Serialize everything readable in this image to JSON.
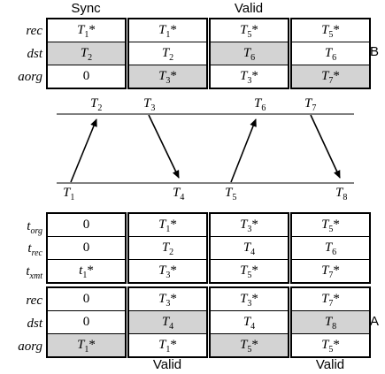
{
  "headers": {
    "top": [
      "Sync",
      "",
      "Valid",
      ""
    ],
    "bottom": [
      "",
      "Valid",
      "",
      "Valid"
    ]
  },
  "side_labels": {
    "top": "B",
    "bottom": "A"
  },
  "row_labels": {
    "top": [
      "rec",
      "dst",
      "aorg"
    ],
    "middle": [
      {
        "base": "t",
        "sub": "org"
      },
      {
        "base": "t",
        "sub": "rec"
      },
      {
        "base": "t",
        "sub": "xmt"
      }
    ],
    "bottom": [
      "rec",
      "dst",
      "aorg"
    ]
  },
  "tables": {
    "top": [
      [
        {
          "b": "T",
          "s": "1",
          "star": true,
          "shade": false
        },
        {
          "b": "T",
          "s": "2",
          "star": false,
          "shade": true
        },
        {
          "plain": "0",
          "shade": false
        }
      ],
      [
        {
          "b": "T",
          "s": "1",
          "star": true,
          "shade": false
        },
        {
          "b": "T",
          "s": "2",
          "star": false,
          "shade": false
        },
        {
          "b": "T",
          "s": "3",
          "star": true,
          "shade": true
        }
      ],
      [
        {
          "b": "T",
          "s": "5",
          "star": true,
          "shade": false
        },
        {
          "b": "T",
          "s": "6",
          "star": false,
          "shade": true
        },
        {
          "b": "T",
          "s": "3",
          "star": true,
          "shade": false
        }
      ],
      [
        {
          "b": "T",
          "s": "5",
          "star": true,
          "shade": false
        },
        {
          "b": "T",
          "s": "6",
          "star": false,
          "shade": false
        },
        {
          "b": "T",
          "s": "7",
          "star": true,
          "shade": true
        }
      ]
    ],
    "middle": [
      [
        {
          "plain": "0",
          "shade": false
        },
        {
          "plain": "0",
          "shade": false
        },
        {
          "b": "t",
          "s": "1",
          "star": true,
          "shade": false
        }
      ],
      [
        {
          "b": "T",
          "s": "1",
          "star": true,
          "shade": false
        },
        {
          "b": "T",
          "s": "2",
          "star": false,
          "shade": false
        },
        {
          "b": "T",
          "s": "3",
          "star": true,
          "shade": false
        }
      ],
      [
        {
          "b": "T",
          "s": "3",
          "star": true,
          "shade": false
        },
        {
          "b": "T",
          "s": "4",
          "star": false,
          "shade": false
        },
        {
          "b": "T",
          "s": "5",
          "star": true,
          "shade": false
        }
      ],
      [
        {
          "b": "T",
          "s": "5",
          "star": true,
          "shade": false
        },
        {
          "b": "T",
          "s": "6",
          "star": false,
          "shade": false
        },
        {
          "b": "T",
          "s": "7",
          "star": true,
          "shade": false
        }
      ]
    ],
    "bottom": [
      [
        {
          "plain": "0",
          "shade": false
        },
        {
          "plain": "0",
          "shade": false
        },
        {
          "b": "T",
          "s": "1",
          "star": true,
          "shade": true
        }
      ],
      [
        {
          "b": "T",
          "s": "3",
          "star": true,
          "shade": false
        },
        {
          "b": "T",
          "s": "4",
          "star": false,
          "shade": true
        },
        {
          "b": "T",
          "s": "1",
          "star": true,
          "shade": false
        }
      ],
      [
        {
          "b": "T",
          "s": "3",
          "star": true,
          "shade": false
        },
        {
          "b": "T",
          "s": "4",
          "star": false,
          "shade": false
        },
        {
          "b": "T",
          "s": "5",
          "star": true,
          "shade": true
        }
      ],
      [
        {
          "b": "T",
          "s": "7",
          "star": true,
          "shade": false
        },
        {
          "b": "T",
          "s": "8",
          "star": false,
          "shade": true
        },
        {
          "b": "T",
          "s": "5",
          "star": true,
          "shade": false
        }
      ]
    ]
  },
  "timeline": {
    "upper": [
      "2",
      "3",
      "6",
      "7"
    ],
    "lower": [
      "1",
      "4",
      "5",
      "8"
    ]
  },
  "colors": {
    "shade": "#d3d3d3",
    "line": "#808080"
  }
}
